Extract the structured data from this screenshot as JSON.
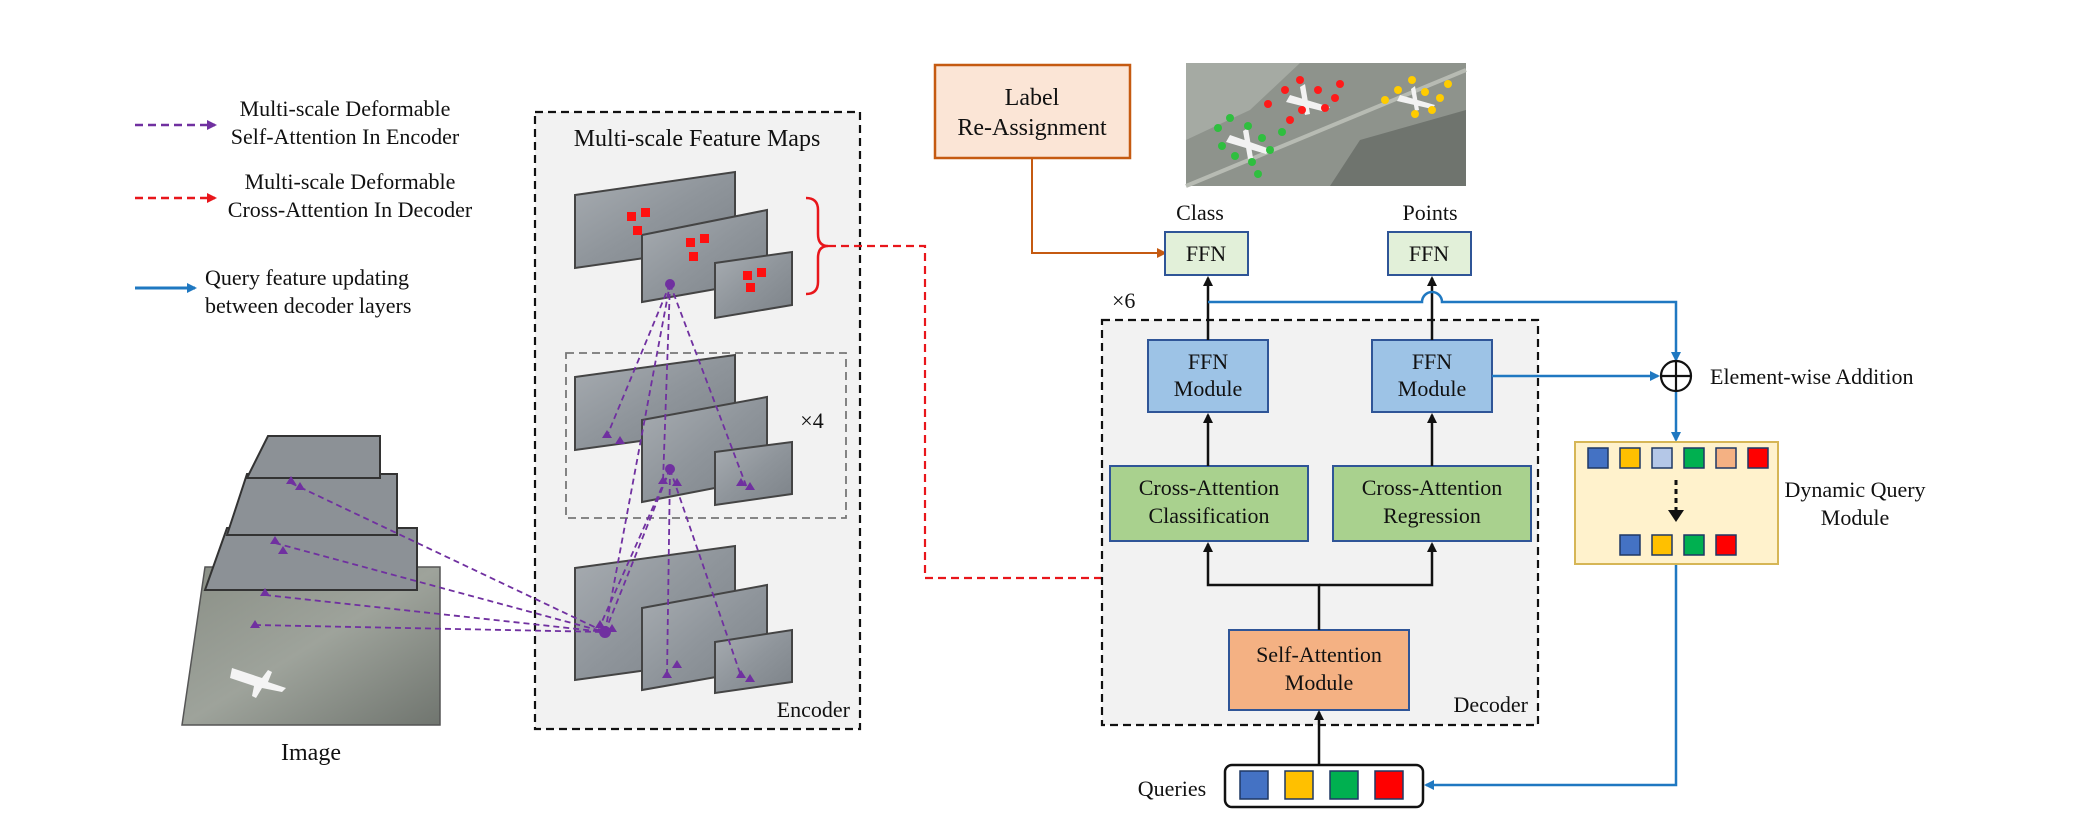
{
  "legend": {
    "encoder_attention": [
      "Multi-scale Deformable",
      "Self-Attention In Encoder"
    ],
    "decoder_attention": [
      "Multi-scale Deformable",
      "Cross-Attention In Decoder"
    ],
    "query_update": [
      "Query feature updating",
      "between decoder layers"
    ],
    "colors": {
      "encoder": "#7030a0",
      "decoder": "#e8161b",
      "update": "#1f78c1"
    }
  },
  "image_label": "Image",
  "encoder": {
    "title": "Multi-scale Feature Maps",
    "label": "Encoder",
    "repeat": "×4"
  },
  "decoder": {
    "label": "Decoder",
    "repeat": "×6",
    "self_attention": [
      "Self-Attention",
      "Module"
    ],
    "cross_cls": [
      "Cross-Attention",
      "Classification"
    ],
    "cross_reg": [
      "Cross-Attention",
      "Regression"
    ],
    "ffn_module_left": [
      "FFN",
      "Module"
    ],
    "ffn_module_right": [
      "FFN",
      "Module"
    ]
  },
  "heads": {
    "class_label": "Class",
    "points_label": "Points",
    "ffn_class": "FFN",
    "ffn_points": "FFN"
  },
  "label_reassign": [
    "Label",
    "Re-Assignment"
  ],
  "element_wise": "Element-wise Addition",
  "dynamic_query": {
    "label": [
      "Dynamic Query",
      "Module"
    ],
    "top_colors": [
      "#4472c4",
      "#ffc000",
      "#b4c7e7",
      "#00b050",
      "#f4b183",
      "#ff0000"
    ],
    "bottom_colors": [
      "#4472c4",
      "#ffc000",
      "#00b050",
      "#ff0000"
    ]
  },
  "queries": {
    "label": "Queries",
    "colors": [
      "#4472c4",
      "#ffc000",
      "#00b050",
      "#ff0000"
    ]
  },
  "palette": {
    "blue_box": "#9dc3e6",
    "green_box": "#a9d18e",
    "orange_box": "#f4b183",
    "ffn_head": "#e2f0d9",
    "label_box": "#fbe5d6",
    "label_border": "#c55a11",
    "dq_fill": "#fff2cc",
    "dq_border": "#d6b656",
    "panel_fill": "#f2f2f2"
  }
}
